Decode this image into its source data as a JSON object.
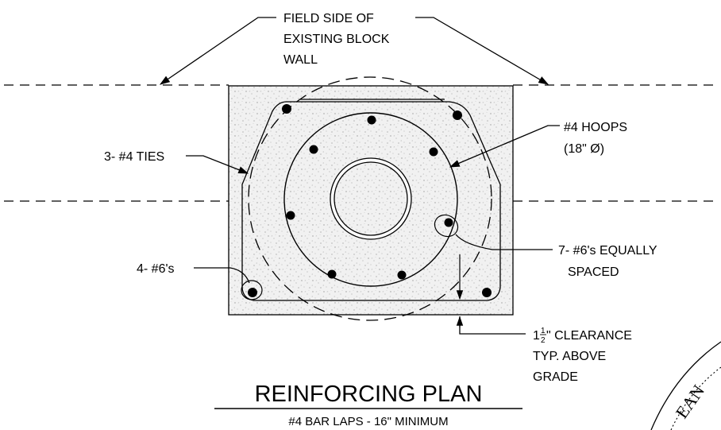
{
  "labels": {
    "field_side_l1": "FIELD SIDE OF",
    "field_side_l2": "EXISTING BLOCK",
    "field_side_l3": "WALL",
    "ties": "3- #4 TIES",
    "hoops_l1": "#4 HOOPS",
    "hoops_l2": "(18\" Ø)",
    "equal_l1": "7- #6's EQUALLY",
    "equal_l2": "SPACED",
    "corner_bars": "4- #6's",
    "clearance_whole": "1",
    "clearance_num": "1",
    "clearance_den": "2",
    "clearance_l1": "\" CLEARANCE",
    "clearance_l2": "TYP. ABOVE",
    "clearance_l3": "GRADE"
  },
  "title": {
    "main": "REINFORCING PLAN",
    "sub": "#4 BAR LAPS - 16\" MINIMUM"
  },
  "seal": {
    "fragment": "EAN"
  }
}
